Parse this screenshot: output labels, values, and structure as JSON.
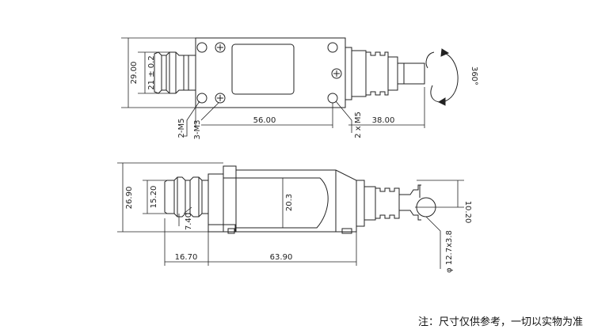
{
  "top_view": {
    "dim_height": "29.00",
    "dim_boot_height": "21 ± 0.2",
    "dim_body_length": "56.00",
    "dim_plunger_length": "38.00",
    "label_left_screw": "2-M5",
    "label_mount_screw": "3-M3",
    "label_right_screw": "2 x M5",
    "label_rotation": "360°"
  },
  "side_view": {
    "dim_height": "26.90",
    "dim_boot_height": "15.20",
    "dim_small": "7.40",
    "dim_inner_height": "20.3",
    "dim_boot_length": "16.70",
    "dim_body_length": "63.90",
    "dim_roller_offset": "10.20",
    "dim_roller": "φ 12.7x3.8"
  },
  "footer": {
    "note": "注：尺寸仅供参考，一切以实物为准"
  }
}
